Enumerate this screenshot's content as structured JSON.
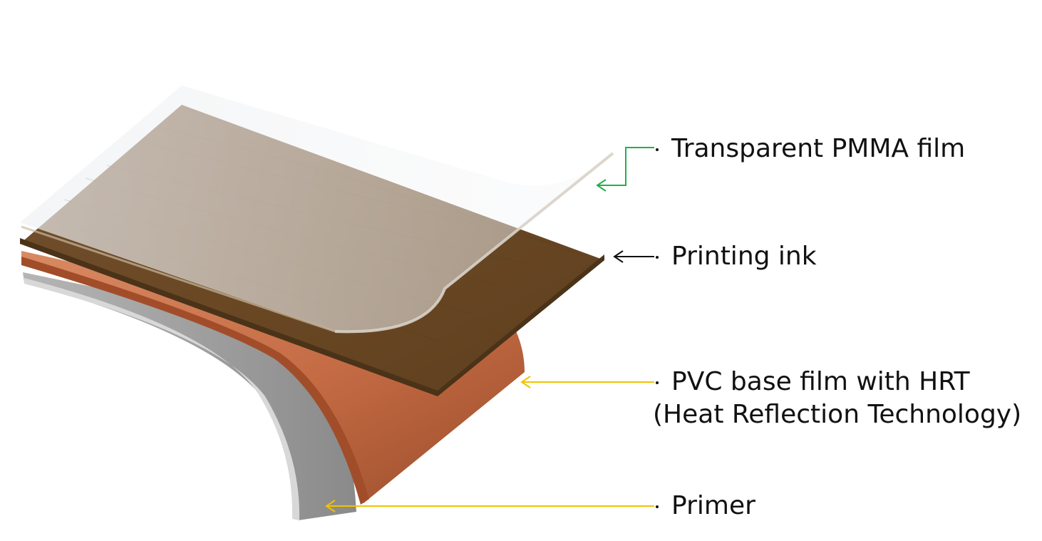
{
  "layers": {
    "pmma": {
      "label": "Transparent PMMA film",
      "arrow_color": "#22b04a"
    },
    "ink": {
      "label": "Printing ink",
      "arrow_color": "#111111"
    },
    "pvc": {
      "label_line1": "PVC base film with HRT",
      "label_line2": "(Heat Reflection Technology)",
      "arrow_color": "#f2c200"
    },
    "primer": {
      "label": "Primer",
      "arrow_color": "#f2c200"
    }
  },
  "colors": {
    "wood_top": "#6b4a26",
    "wood_edge": "#4a3318",
    "pvc": "#c8704a",
    "pvc_edge": "#a8502e",
    "primer": "#a6a6a6",
    "primer_edge": "#d9d9d9",
    "pmma": "#e8eaec"
  }
}
